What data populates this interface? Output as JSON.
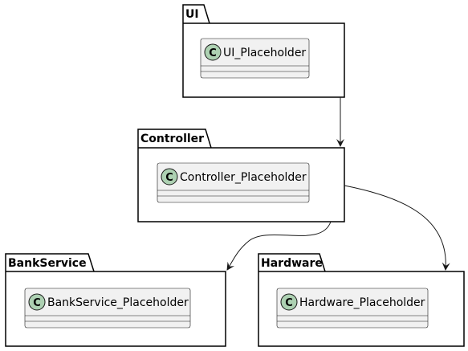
{
  "colors": {
    "package_border": "#000000",
    "class_fill": "#F1F1F1",
    "class_border": "#181818",
    "circle_fill": "#ADD1B2",
    "arrow": "#181818"
  },
  "packages": [
    {
      "id": "ui",
      "title": "UI",
      "class": {
        "stereotype": "C",
        "name": "UI_Placeholder"
      }
    },
    {
      "id": "controller",
      "title": "Controller",
      "class": {
        "stereotype": "C",
        "name": "Controller_Placeholder"
      }
    },
    {
      "id": "bankservice",
      "title": "BankService",
      "class": {
        "stereotype": "C",
        "name": "BankService_Placeholder"
      }
    },
    {
      "id": "hardware",
      "title": "Hardware",
      "class": {
        "stereotype": "C",
        "name": "Hardware_Placeholder"
      }
    }
  ],
  "edges": [
    {
      "from": "UI",
      "to": "Controller"
    },
    {
      "from": "Controller",
      "to": "BankService"
    },
    {
      "from": "Controller",
      "to": "Hardware"
    }
  ]
}
